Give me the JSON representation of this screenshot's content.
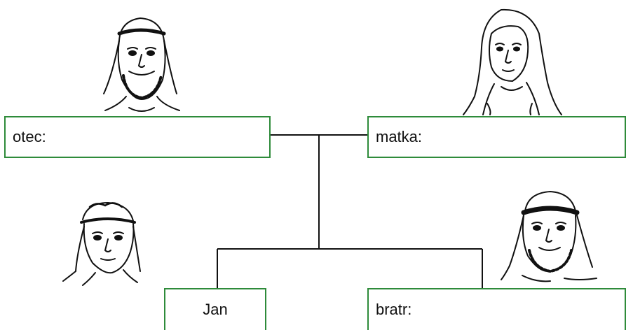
{
  "colors": {
    "box_border": "#2e8b3a",
    "connector": "#111111",
    "sketch": "#111111"
  },
  "tree": {
    "father": {
      "label": "otec:",
      "portrait": "bearded-man-headband-sketch"
    },
    "mother": {
      "label": "matka:",
      "portrait": "veiled-woman-sketch"
    },
    "child": {
      "label": "Jan",
      "portrait": "young-man-headband-sketch"
    },
    "sibling": {
      "label": "bratr:",
      "portrait": "bearded-man-headscarf-sketch"
    }
  }
}
